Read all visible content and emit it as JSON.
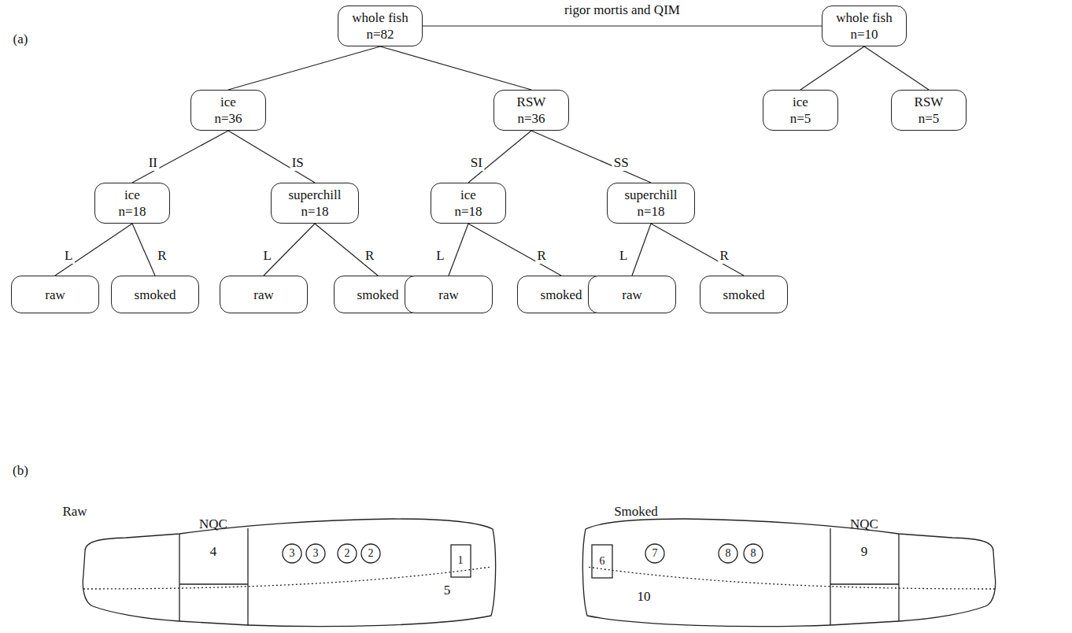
{
  "diagram": {
    "nodes": [
      {
        "text": [
          "whole fish",
          "n=82"
        ]
      },
      {
        "text": [
          "ice",
          "n=36"
        ]
      },
      {
        "text": [
          "RSW",
          "n=36"
        ]
      },
      {
        "text": [
          "ice",
          "n=18"
        ]
      },
      {
        "text": [
          "superchill",
          "n=18"
        ]
      },
      {
        "text": [
          "ice",
          "n=18"
        ]
      },
      {
        "text": [
          "superchill",
          "n=18"
        ]
      },
      {
        "text": [
          "raw"
        ]
      },
      {
        "text": [
          "smoked"
        ]
      },
      {
        "text": [
          "raw"
        ]
      },
      {
        "text": [
          "smoked"
        ]
      },
      {
        "text": [
          "raw"
        ]
      },
      {
        "text": [
          "smoked"
        ]
      },
      {
        "text": [
          "raw"
        ]
      },
      {
        "text": [
          "smoked"
        ]
      },
      {
        "text": [
          "whole fish",
          "n=10"
        ]
      },
      {
        "text": [
          "ice",
          "n=5"
        ]
      },
      {
        "text": [
          "RSW",
          "n=5"
        ]
      }
    ],
    "edges": [
      {
        "from": 0,
        "to": 1,
        "arrow": "none"
      },
      {
        "from": 0,
        "to": 2,
        "arrow": "none"
      },
      {
        "from": 1,
        "to": 3,
        "label": "II",
        "arrow": "none"
      },
      {
        "from": 1,
        "to": 4,
        "label": "IS",
        "arrow": "none"
      },
      {
        "from": 2,
        "to": 5,
        "label": "SI",
        "arrow": "none"
      },
      {
        "from": 2,
        "to": 6,
        "label": "SS",
        "arrow": "none"
      },
      {
        "from": 3,
        "to": 7,
        "label": "L",
        "arrow": "none"
      },
      {
        "from": 3,
        "to": 8,
        "label": "R",
        "arrow": "none"
      },
      {
        "from": 4,
        "to": 9,
        "label": "L",
        "arrow": "none"
      },
      {
        "from": 4,
        "to": 10,
        "label": "R",
        "arrow": "none"
      },
      {
        "from": 5,
        "to": 11,
        "label": "L",
        "arrow": "none"
      },
      {
        "from": 5,
        "to": 12,
        "label": "R",
        "arrow": "none"
      },
      {
        "from": 6,
        "to": 13,
        "label": "L",
        "arrow": "none"
      },
      {
        "from": 6,
        "to": 14,
        "label": "R",
        "arrow": "none"
      },
      {
        "from": 0,
        "to": 15,
        "label": "rigor mortis and QIM",
        "arrow": "none"
      },
      {
        "from": 15,
        "to": 16,
        "arrow": "none"
      },
      {
        "from": 15,
        "to": 17,
        "arrow": "none"
      }
    ],
    "labels": [
      "(a)",
      "(b)",
      "Raw",
      "NQC",
      "4",
      "3",
      "3",
      "2",
      "2",
      "1",
      "5",
      "Smoked",
      "6",
      "7",
      "8",
      "8",
      "NQC",
      "9",
      "10"
    ]
  }
}
